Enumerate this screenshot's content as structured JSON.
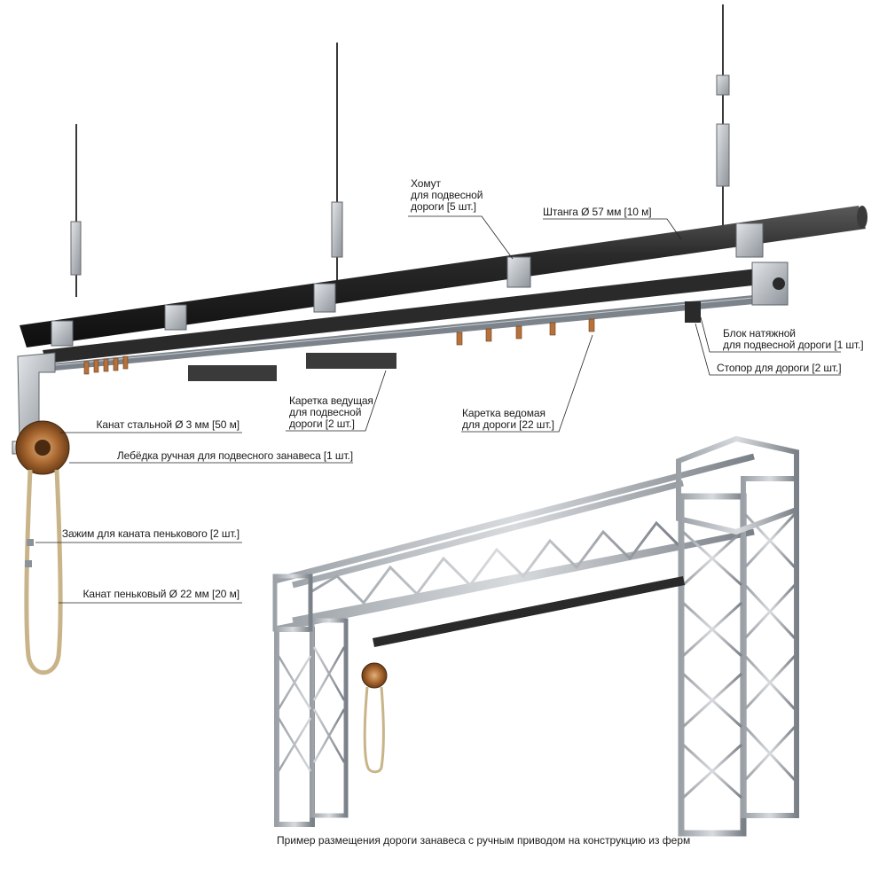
{
  "labels": {
    "clamp": [
      "Хомут",
      "для подвесной",
      "дороги [5 шт.]"
    ],
    "pipe": "Штанга Ø 57 мм [10 м]",
    "tension_block": [
      "Блок натяжной",
      "для подвесной дороги [1 шт.]"
    ],
    "stopper": "Стопор для дороги [2 шт.]",
    "driven_carriage": [
      "Каретка ведомая",
      "для дороги [22 шт.]"
    ],
    "drive_carriage": [
      "Каретка ведущая",
      "для подвесной",
      "дороги [2 шт.]"
    ],
    "steel_rope": "Канат стальной Ø 3 мм [50 м]",
    "winch": "Лебёдка ручная для подвесного занавеса [1 шт.]",
    "hemp_clamp": "Зажим для каната пенькового [2 шт.]",
    "hemp_rope": "Канат пеньковый Ø 22 мм [20 м]"
  },
  "caption": "Пример размещения дороги занавеса с ручным приводом на конструкцию из ферм",
  "colors": {
    "pipe": "#1c1c1c",
    "metal": "#8c9299",
    "metal_light": "#c7ccd1",
    "bronze": "#b7713a",
    "rope": "#c9b48a",
    "leader": "#222222"
  }
}
